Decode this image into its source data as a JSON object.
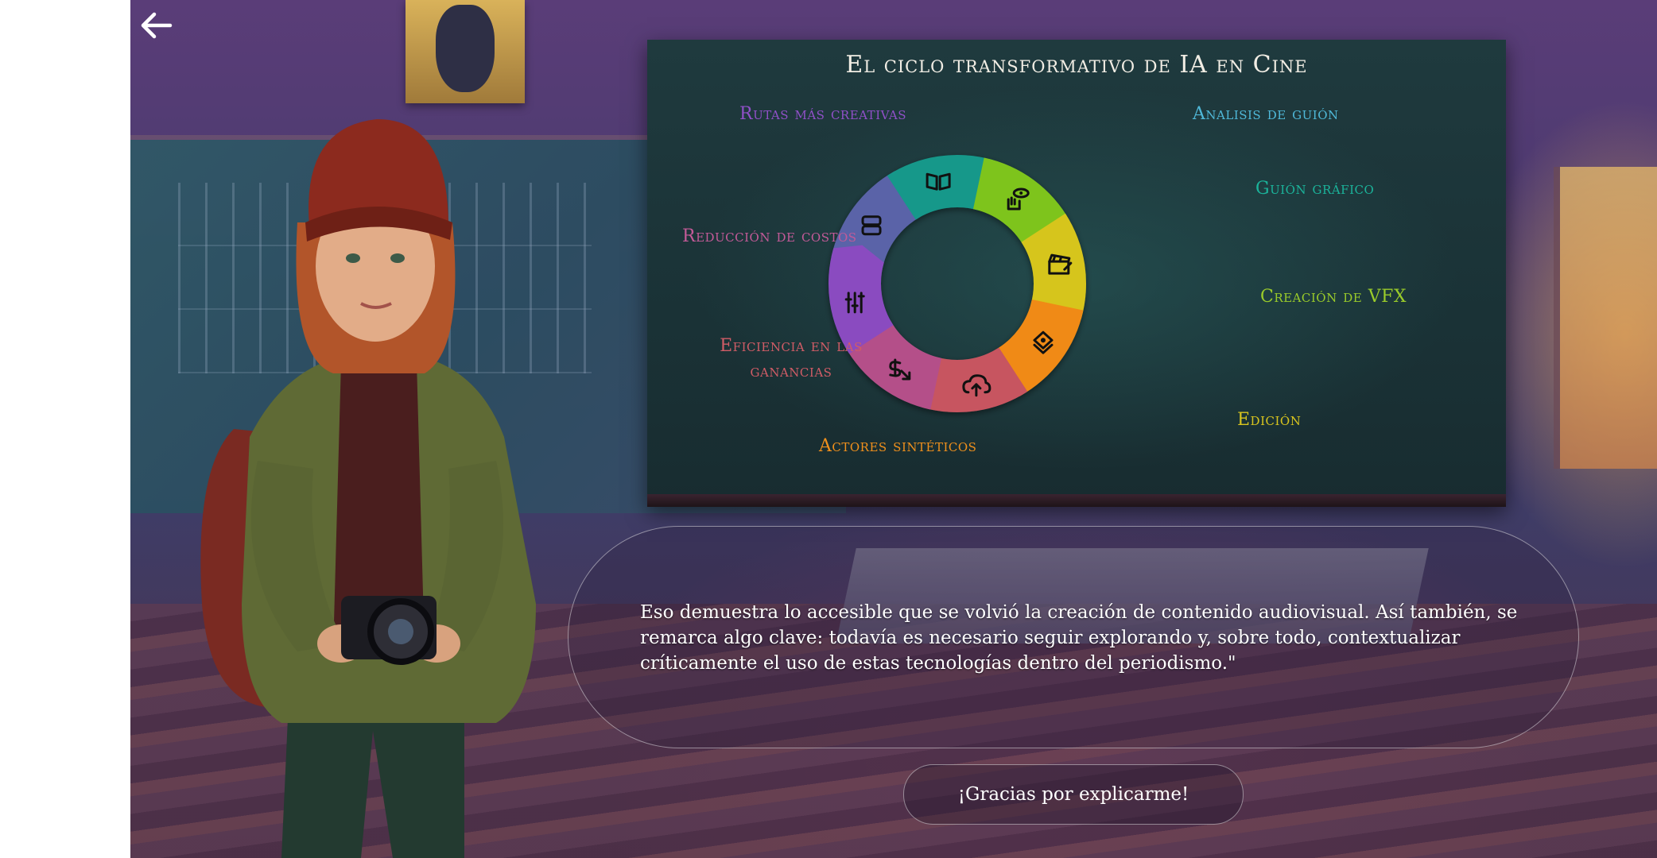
{
  "nav": {
    "back_icon": "arrow-left-icon"
  },
  "infographic": {
    "title": "El ciclo transformativo de IA en Cine",
    "segments": [
      {
        "label": "Analisis de guión",
        "color": "#5a63a8",
        "icon": "robot-icon"
      },
      {
        "label": "Guión gráfico",
        "color": "#14988a",
        "icon": "open-book-icon"
      },
      {
        "label": "Creación de VFX",
        "color": "#7ec41c",
        "icon": "hand-eye-icon"
      },
      {
        "label": "Edición",
        "color": "#d6c51a",
        "icon": "clapperboard-icon"
      },
      {
        "label": "Actores sintéticos",
        "color": "#f08a12",
        "icon": "layers-badge-icon"
      },
      {
        "label": "Eficiencia en las ganancias",
        "color": "#c75560",
        "icon": "cloud-upload-icon"
      },
      {
        "label": "Reducción de costos",
        "color": "#b45089",
        "icon": "dollar-arrow-icon"
      },
      {
        "label": "Rutas más creativas",
        "color": "#8a4cc0",
        "icon": "sliders-icon"
      }
    ]
  },
  "dialog": {
    "text": "Eso demuestra lo accesible que se volvió la creación de contenido audiovisual. Así también, se remarca algo clave: todavía es necesario seguir explorando y, sobre todo, contextualizar críticamente el uso de estas tecnologías dentro del periodismo.\""
  },
  "reply": {
    "label": "¡Gracias por explicarme!"
  }
}
